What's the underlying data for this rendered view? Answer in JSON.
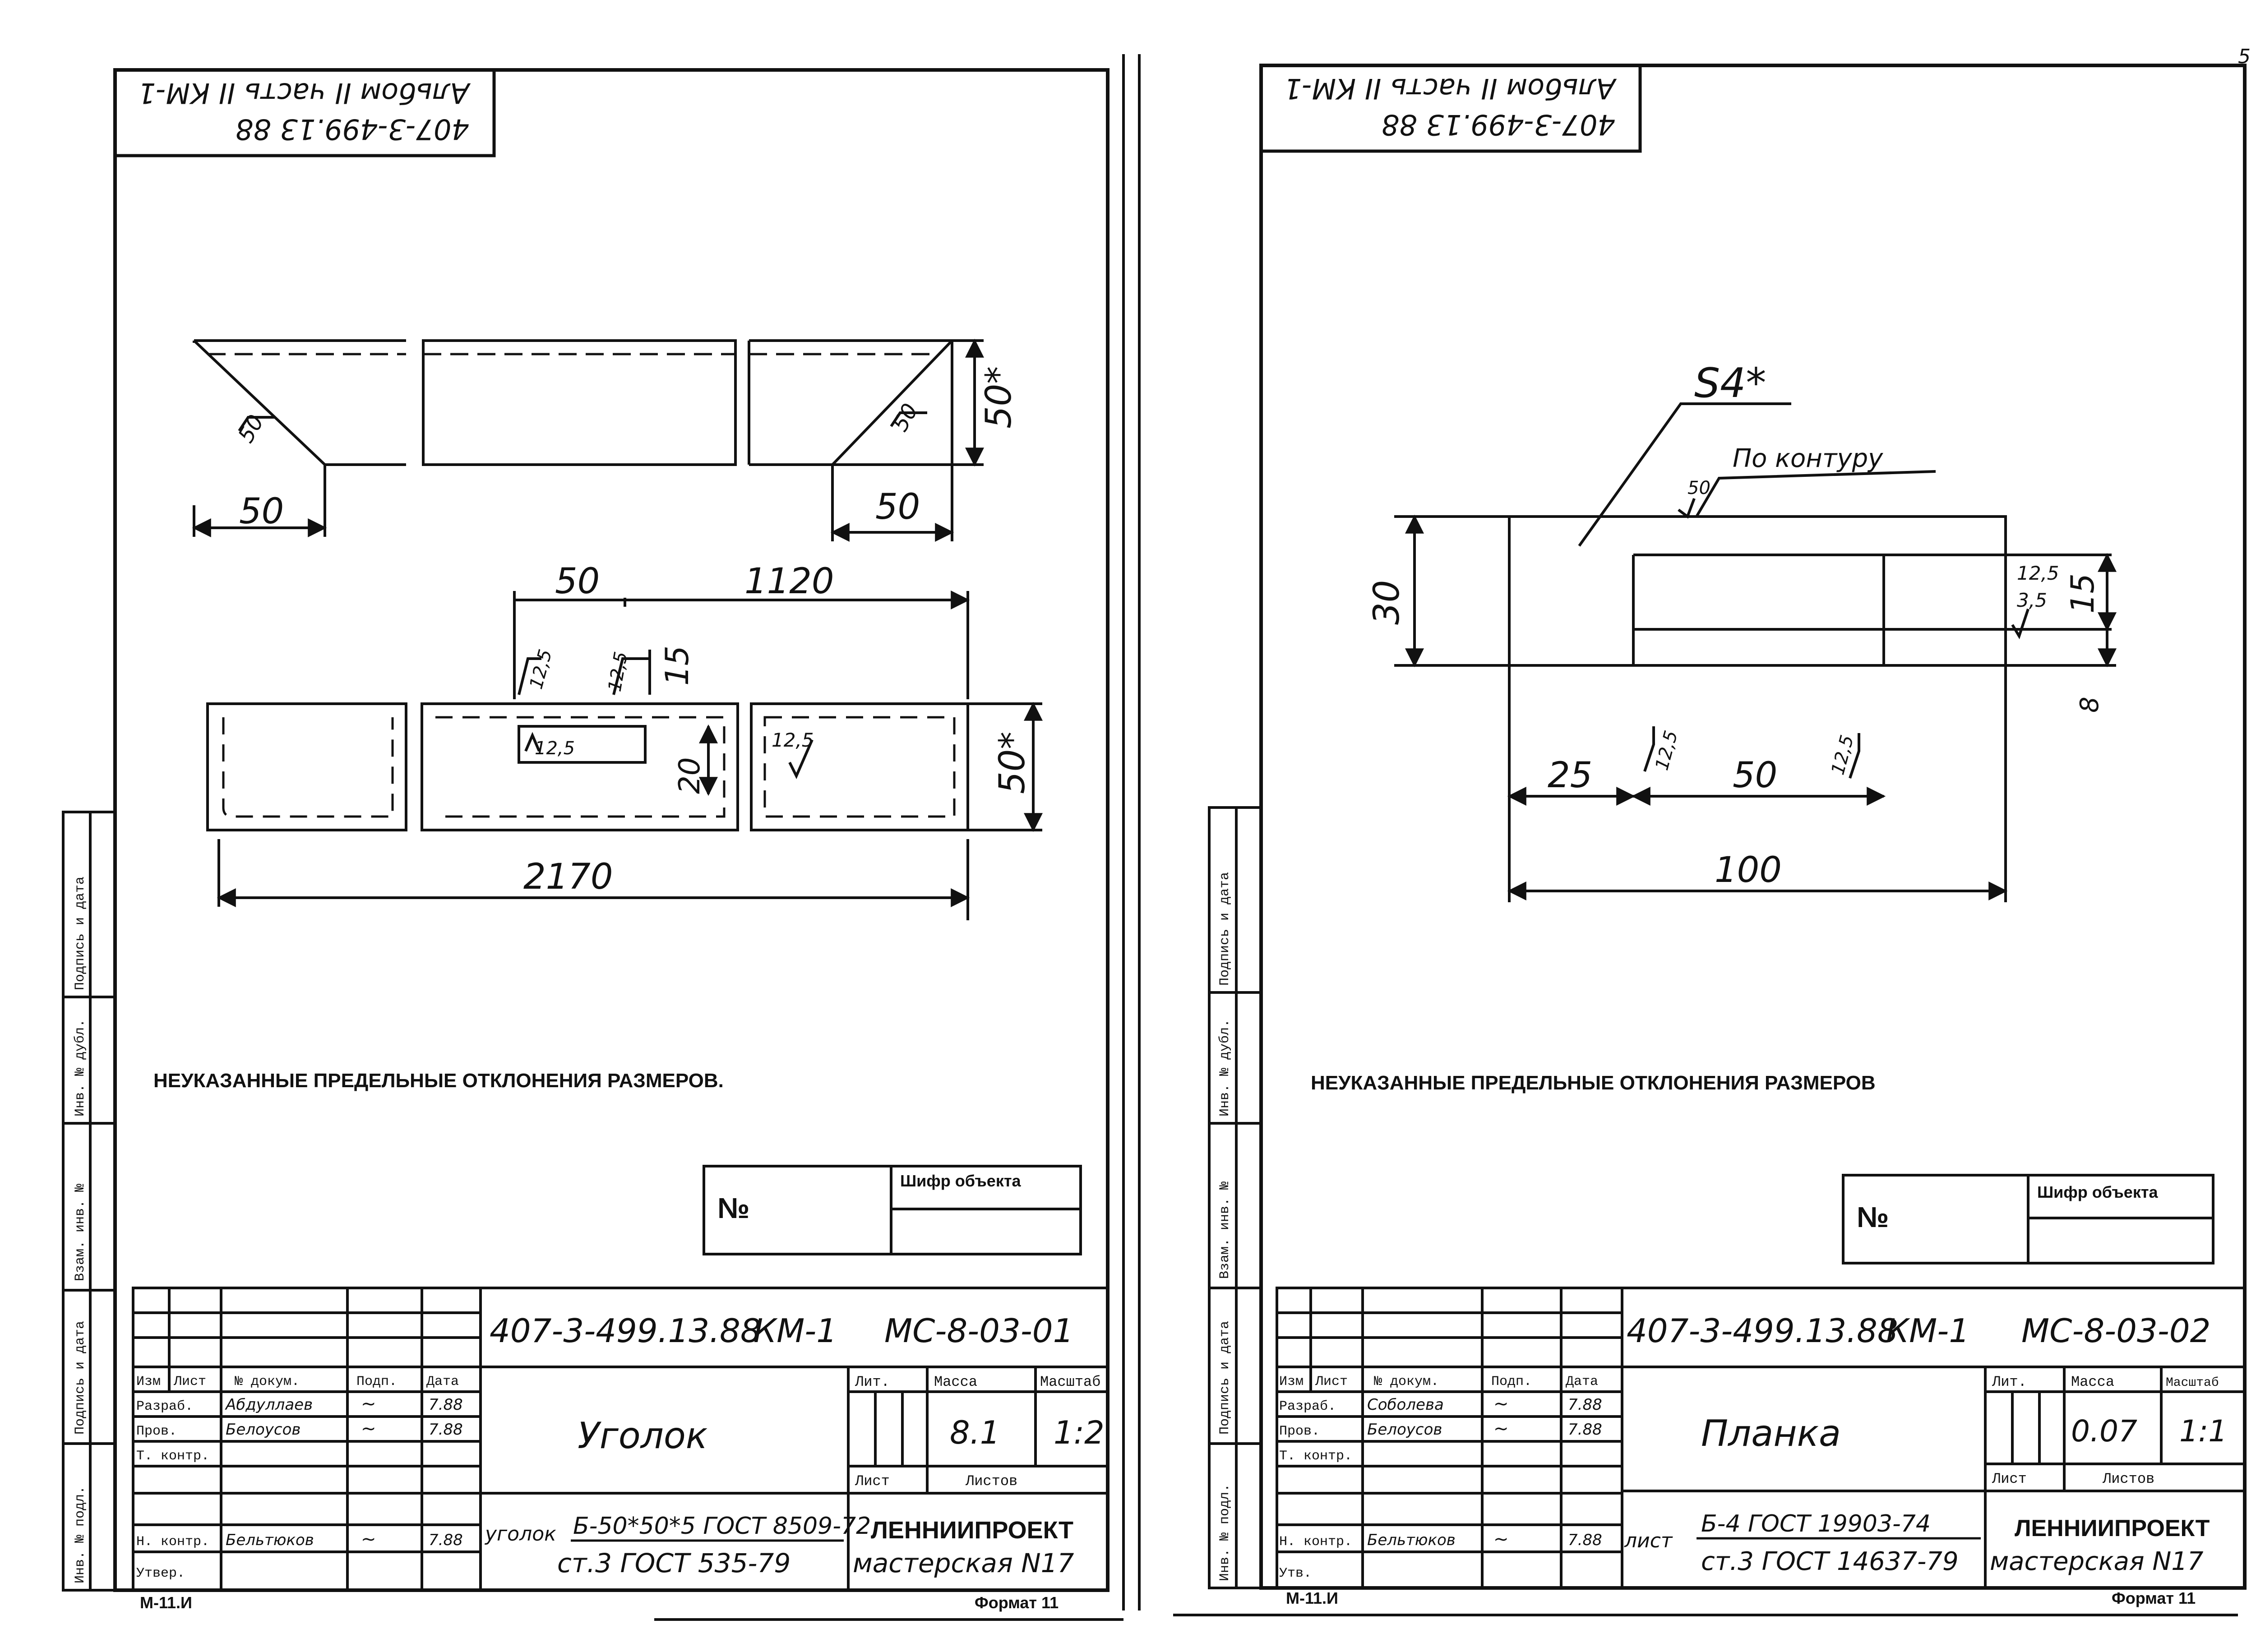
{
  "page_number": "5",
  "left": {
    "stamp": {
      "line1": "407-3-499.13 88",
      "line2": "Альбом II часть II КМ-1"
    },
    "dims": {
      "top_height": "50*",
      "top_left": "50",
      "top_right": "50",
      "weld_a": "50",
      "weld_b": "50",
      "bottom_seg": "50",
      "bottom_total": "1120",
      "r_a": "12,5",
      "r_b": "12,5",
      "r_15": "15",
      "hole_r": "12,5",
      "hole_h": "20",
      "end_r": "12,5",
      "bottom_height": "50*",
      "overall": "2170"
    },
    "note": "НЕУКАЗАННЫЕ ПРЕДЕЛЬНЫЕ ОТКЛОНЕНИЯ РАЗМЕРОВ.",
    "obj_box": {
      "no": "№",
      "cipher": "Шифр объекта"
    },
    "title_block": {
      "code": "407-3-499.13.88",
      "km": "КМ-1",
      "sheet_code": "МС-8-03-01",
      "heads": [
        "Изм",
        "Лист",
        "№ докум.",
        "Подп.",
        "Дата"
      ],
      "rows": [
        {
          "role": "Разраб.",
          "name": "Абдуллаев",
          "sign": "~",
          "date": "7.88"
        },
        {
          "role": "Пров.",
          "name": "Белоусов",
          "sign": "~",
          "date": "7.88"
        },
        {
          "role": "Т. контр.",
          "name": "",
          "sign": "",
          "date": ""
        },
        {
          "role": "Н. контр.",
          "name": "Бельтюков",
          "sign": "~",
          "date": "7.88"
        },
        {
          "role": "Утвер.",
          "name": "",
          "sign": "",
          "date": ""
        }
      ],
      "name": "Уголок",
      "lit": "Лит.",
      "mass_label": "Масса",
      "scale_label": "Масштаб",
      "mass": "8.1",
      "scale": "1:2",
      "list": "Лист",
      "listov": "Листов",
      "material_prefix": "уголок",
      "material1": "Б-50*50*5 ГОСТ 8509-72",
      "material2": "ст.3 ГОСТ 535-79",
      "org1": "ЛЕННИИПРОЕКТ",
      "org2": "мастерская N17",
      "form": "М-11.И",
      "format": "Формат 11"
    },
    "sidebar": [
      "Инв. № подл.",
      "Подпись и дата",
      "Взам. инв. №",
      "Инв. № дубл.",
      "Подпись и дата"
    ]
  },
  "right": {
    "stamp": {
      "line1": "407-3-499.13 88",
      "line2": "Альбом II часть II КМ-1"
    },
    "dims": {
      "weld_s": "S4*",
      "contour": "По контуру",
      "r50": "50",
      "h30": "30",
      "r1": "12,5",
      "r2": "3,5",
      "h15": "15",
      "h8": "8",
      "r_left": "12,5",
      "r_right": "12,5",
      "w25": "25",
      "w50": "50",
      "w100": "100"
    },
    "note": "НЕУКАЗАННЫЕ ПРЕДЕЛЬНЫЕ ОТКЛОНЕНИЯ РАЗМЕРОВ",
    "obj_box": {
      "no": "№",
      "cipher": "Шифр объекта"
    },
    "title_block": {
      "code": "407-3-499.13.88",
      "km": "КМ-1",
      "sheet_code": "МС-8-03-02",
      "heads": [
        "Изм",
        "Лист",
        "№ докум.",
        "Подп.",
        "Дата"
      ],
      "rows": [
        {
          "role": "Разраб.",
          "name": "Соболева",
          "sign": "~",
          "date": "7.88"
        },
        {
          "role": "Пров.",
          "name": "Белоусов",
          "sign": "~",
          "date": "7.88"
        },
        {
          "role": "Т. контр.",
          "name": "",
          "sign": "",
          "date": ""
        },
        {
          "role": "Н. контр.",
          "name": "Бельтюков",
          "sign": "~",
          "date": "7.88"
        },
        {
          "role": "Утв.",
          "name": "",
          "sign": "",
          "date": ""
        }
      ],
      "name": "Планка",
      "lit": "Лит.",
      "mass_label": "Масса",
      "scale_label": "Масштаб",
      "mass": "0.07",
      "scale": "1:1",
      "list": "Лист",
      "listov": "Листов",
      "material_prefix": "лист",
      "material1": "Б-4 ГОСТ 19903-74",
      "material2": "ст.3 ГОСТ 14637-79",
      "org1": "ЛЕННИИПРОЕКТ",
      "org2": "мастерская N17",
      "form": "М-11.И",
      "format": "Формат 11"
    },
    "sidebar": [
      "Инв. № подл.",
      "Подпись и дата",
      "Взам. инв. №",
      "Инв. № дубл.",
      "Подпись и дата"
    ]
  }
}
